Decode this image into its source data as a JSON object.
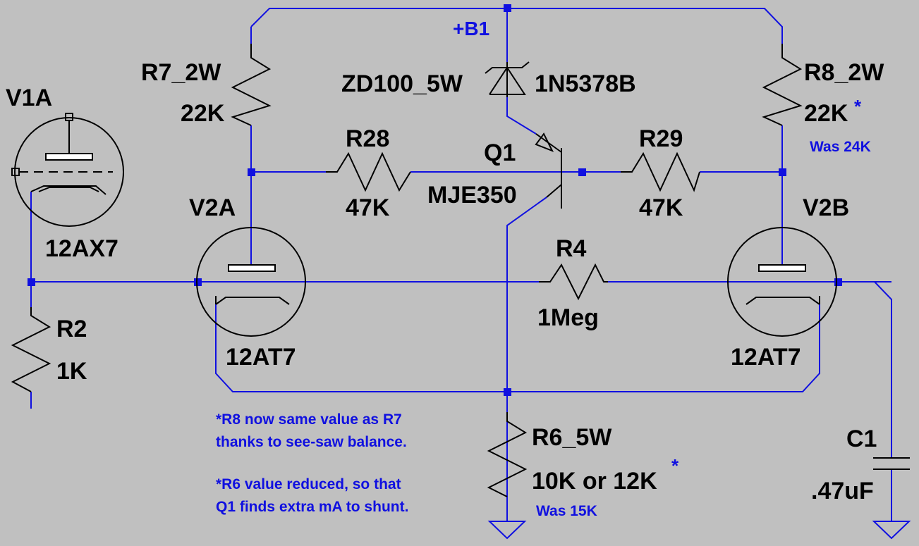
{
  "net_label": "+B1",
  "components": {
    "v1a": {
      "name": "V1A",
      "value": "12AX7"
    },
    "v2a": {
      "name": "V2A",
      "value": "12AT7"
    },
    "v2b": {
      "name": "V2B",
      "value": "12AT7"
    },
    "r7": {
      "name": "R7_2W",
      "value": "22K"
    },
    "r8": {
      "name": "R8_2W",
      "value": "22K",
      "mark": "*",
      "note": "Was 24K"
    },
    "zd": {
      "name": "ZD100_5W",
      "value": "1N5378B"
    },
    "q1": {
      "name": "Q1",
      "value": "MJE350"
    },
    "r28": {
      "name": "R28",
      "value": "47K"
    },
    "r29": {
      "name": "R29",
      "value": "47K"
    },
    "r4": {
      "name": "R4",
      "value": "1Meg"
    },
    "r2": {
      "name": "R2",
      "value": "1K"
    },
    "r6": {
      "name": "R6_5W",
      "value": "10K or 12K",
      "mark": "*",
      "note": "Was 15K"
    },
    "c1": {
      "name": "C1",
      "value": ".47uF"
    }
  },
  "notes": [
    "*R8 now same value as R7",
    "thanks to see-saw balance.",
    "*R6 value reduced, so that",
    "Q1 finds extra mA to shunt."
  ],
  "colors": {
    "background": "#c0c0c0",
    "wire": "#1010e0",
    "component": "#000000",
    "tube_fill": "#ffffff"
  }
}
